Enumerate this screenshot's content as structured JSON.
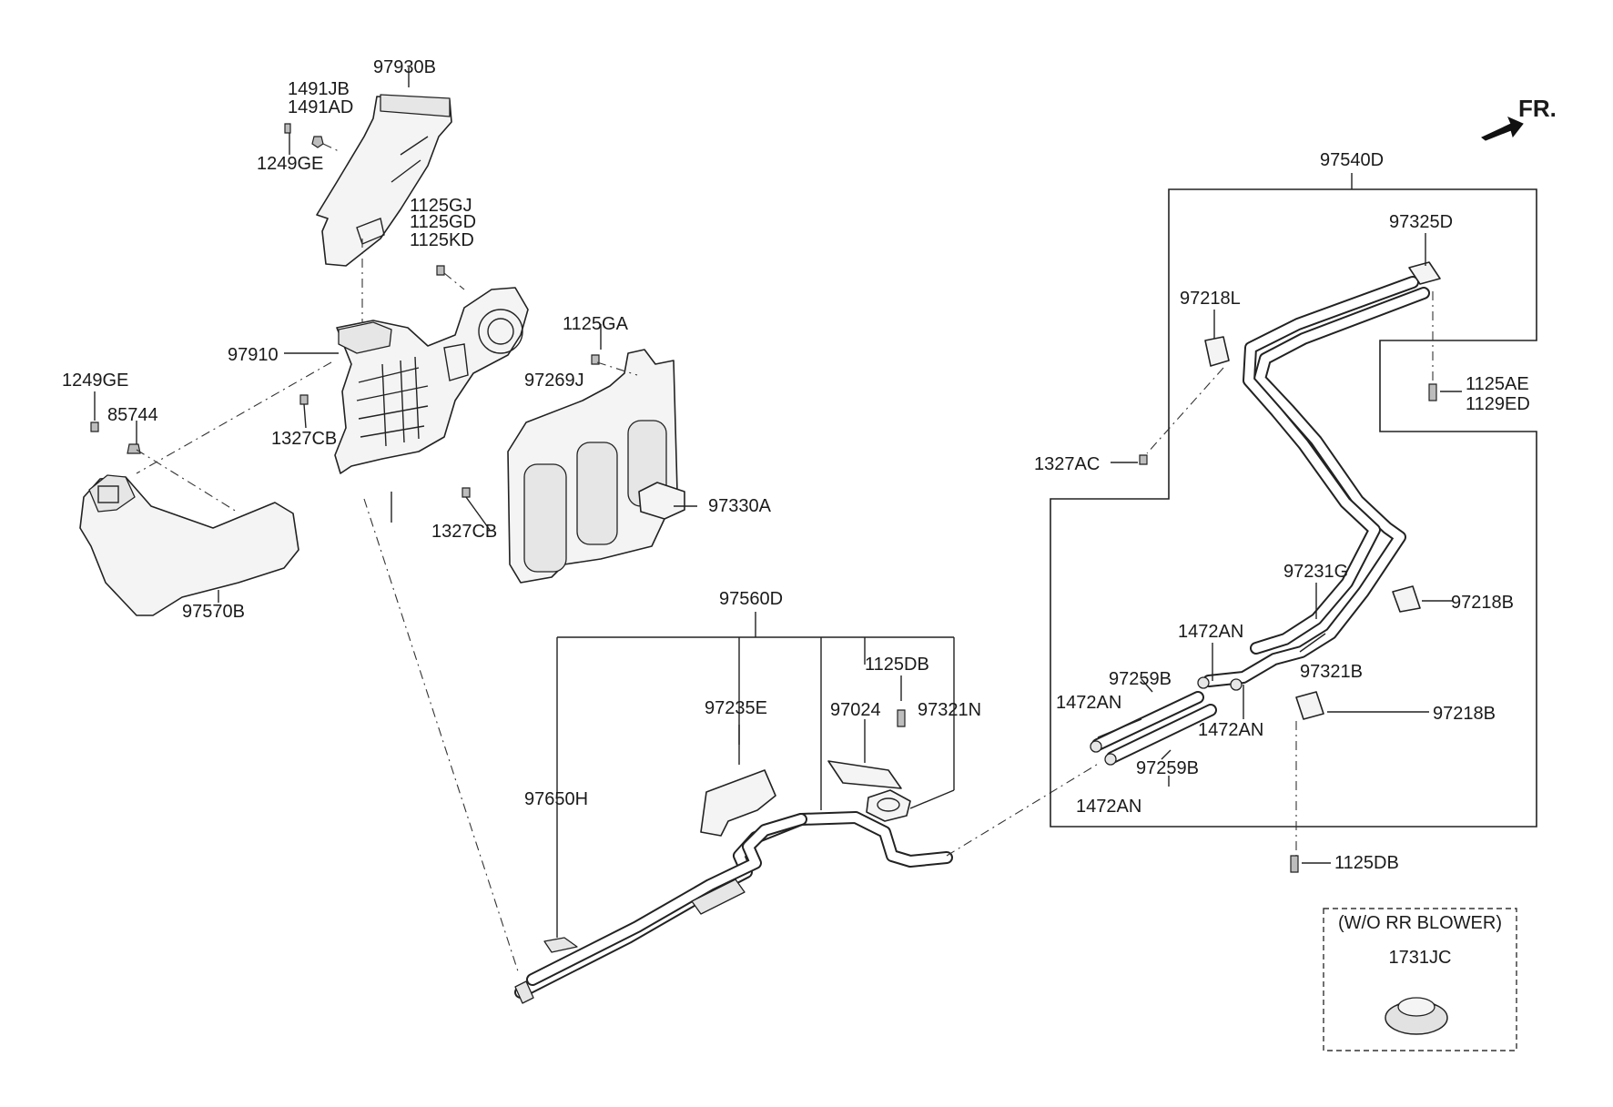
{
  "orientation": {
    "label": "FR."
  },
  "note_box": {
    "caption": "(W/O RR BLOWER)",
    "part": "1731JC"
  },
  "labels": {
    "p97930B": "97930B",
    "p1491JB": "1491JB",
    "p1491AD": "1491AD",
    "p1249GE_top": "1249GE",
    "p1125GJ": "1125GJ",
    "p1125GD": "1125GD",
    "p1125KD": "1125KD",
    "p97910": "97910",
    "p1125GA": "1125GA",
    "p97269J": "97269J",
    "p1249GE_left": "1249GE",
    "p85744": "85744",
    "p1327CB_a": "1327CB",
    "p1327CB_b": "1327CB",
    "p97330A": "97330A",
    "p97570B": "97570B",
    "p97560D": "97560D",
    "p97235E": "97235E",
    "p1125DB_mid": "1125DB",
    "p97024": "97024",
    "p97321N": "97321N",
    "p97650H": "97650H",
    "p97540D": "97540D",
    "p97325D": "97325D",
    "p97218L": "97218L",
    "p1125AE": "1125AE",
    "p1129ED": "1129ED",
    "p1327AC": "1327AC",
    "p97231G": "97231G",
    "p97218B_a": "97218B",
    "p1472AN_a": "1472AN",
    "p97321B": "97321B",
    "p97259B_a": "97259B",
    "p1472AN_b": "1472AN",
    "p97218B_b": "97218B",
    "p1472AN_c": "1472AN",
    "p97259B_b": "97259B",
    "p1472AN_d": "1472AN",
    "p1125DB_right": "1125DB"
  }
}
